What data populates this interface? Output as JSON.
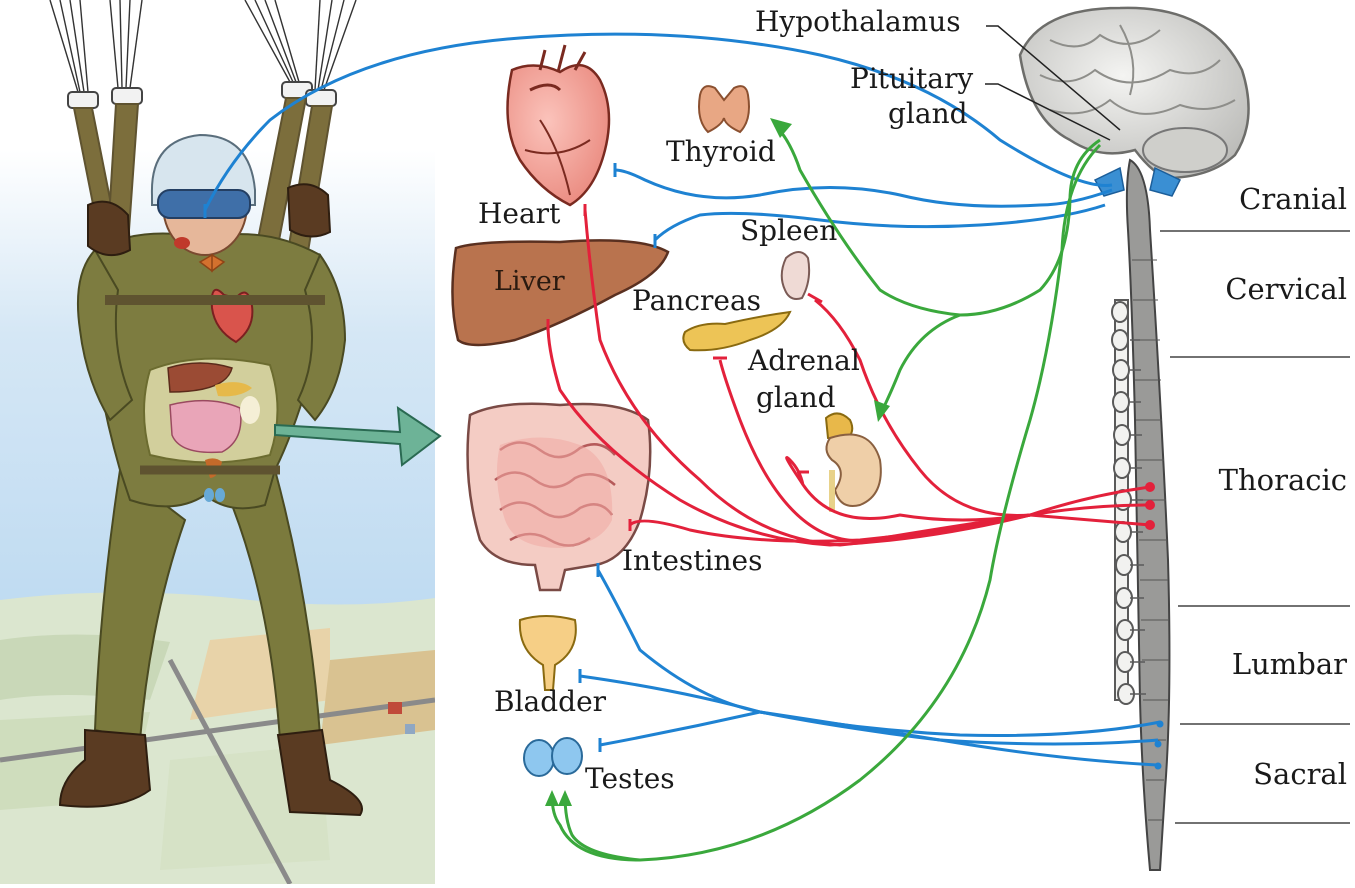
{
  "labels": {
    "hypothalamus": "Hypothalamus",
    "pituitary_line1": "Pituitary",
    "pituitary_line2": "gland",
    "heart": "Heart",
    "thyroid": "Thyroid",
    "spleen": "Spleen",
    "liver": "Liver",
    "pancreas": "Pancreas",
    "adrenal_line1": "Adrenal",
    "adrenal_line2": "gland",
    "intestines": "Intestines",
    "bladder": "Bladder",
    "testes": "Testes"
  },
  "spinal_regions": [
    "Cranial",
    "Cervical",
    "Thoracic",
    "Lumbar",
    "Sacral"
  ],
  "colors": {
    "parasympathetic": "#1e82d2",
    "sympathetic": "#e3213b",
    "hormonal": "#3aa83c",
    "sky": "#b9d8ef",
    "suit": "#7a7a3c",
    "straps": "#6b5a34"
  },
  "icons": {
    "paratrooper": "paratrooper-illustration",
    "brain": "brain-illustration",
    "spinal_cord": "spinal-cord-illustration",
    "arrow": "block-arrow"
  }
}
